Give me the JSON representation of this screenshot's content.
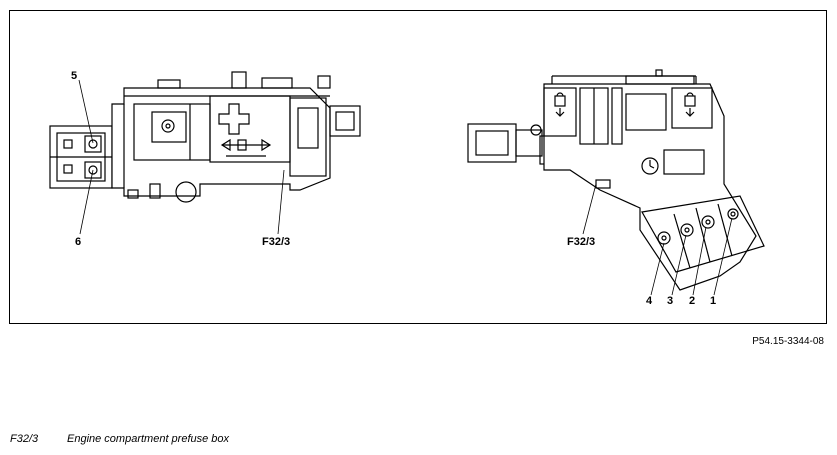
{
  "figure": {
    "left_view": {
      "labels": [
        "5",
        "6",
        "F32/3"
      ]
    },
    "right_view": {
      "labels": [
        "F32/3",
        "4",
        "3",
        "2",
        "1"
      ]
    },
    "reference": "P54.15-3344-08"
  },
  "legend": {
    "items": [
      {
        "code": "F32/3",
        "description": "Engine compartment prefuse box"
      }
    ]
  }
}
